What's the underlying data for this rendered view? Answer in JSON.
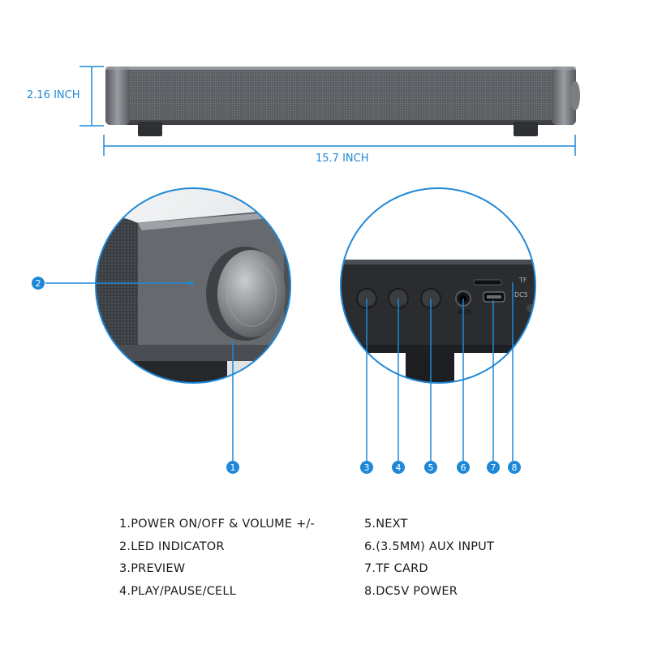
{
  "dimensions": {
    "height_label": "2.16 INCH",
    "width_label": "15.7 INCH"
  },
  "callouts": {
    "c1": "1",
    "c2": "2",
    "c3": "3",
    "c4": "4",
    "c5": "5",
    "c6": "6",
    "c7": "7",
    "c8": "8"
  },
  "panel_marks": {
    "tf": "TF",
    "dc5": "DC5",
    "aux": "AUX"
  },
  "legend": {
    "left": [
      "1.POWER ON/OFF & VOLUME +/-",
      "2.LED INDICATOR",
      "3.PREVIEW",
      "4.PLAY/PAUSE/CELL"
    ],
    "right": [
      "5.NEXT",
      "6.(3.5MM) AUX INPUT",
      "7.TF CARD",
      "8.DC5V POWER"
    ]
  },
  "colors": {
    "accent": "#1e88d8",
    "text": "#1a1a1a",
    "speaker_body": "#5d6064"
  }
}
